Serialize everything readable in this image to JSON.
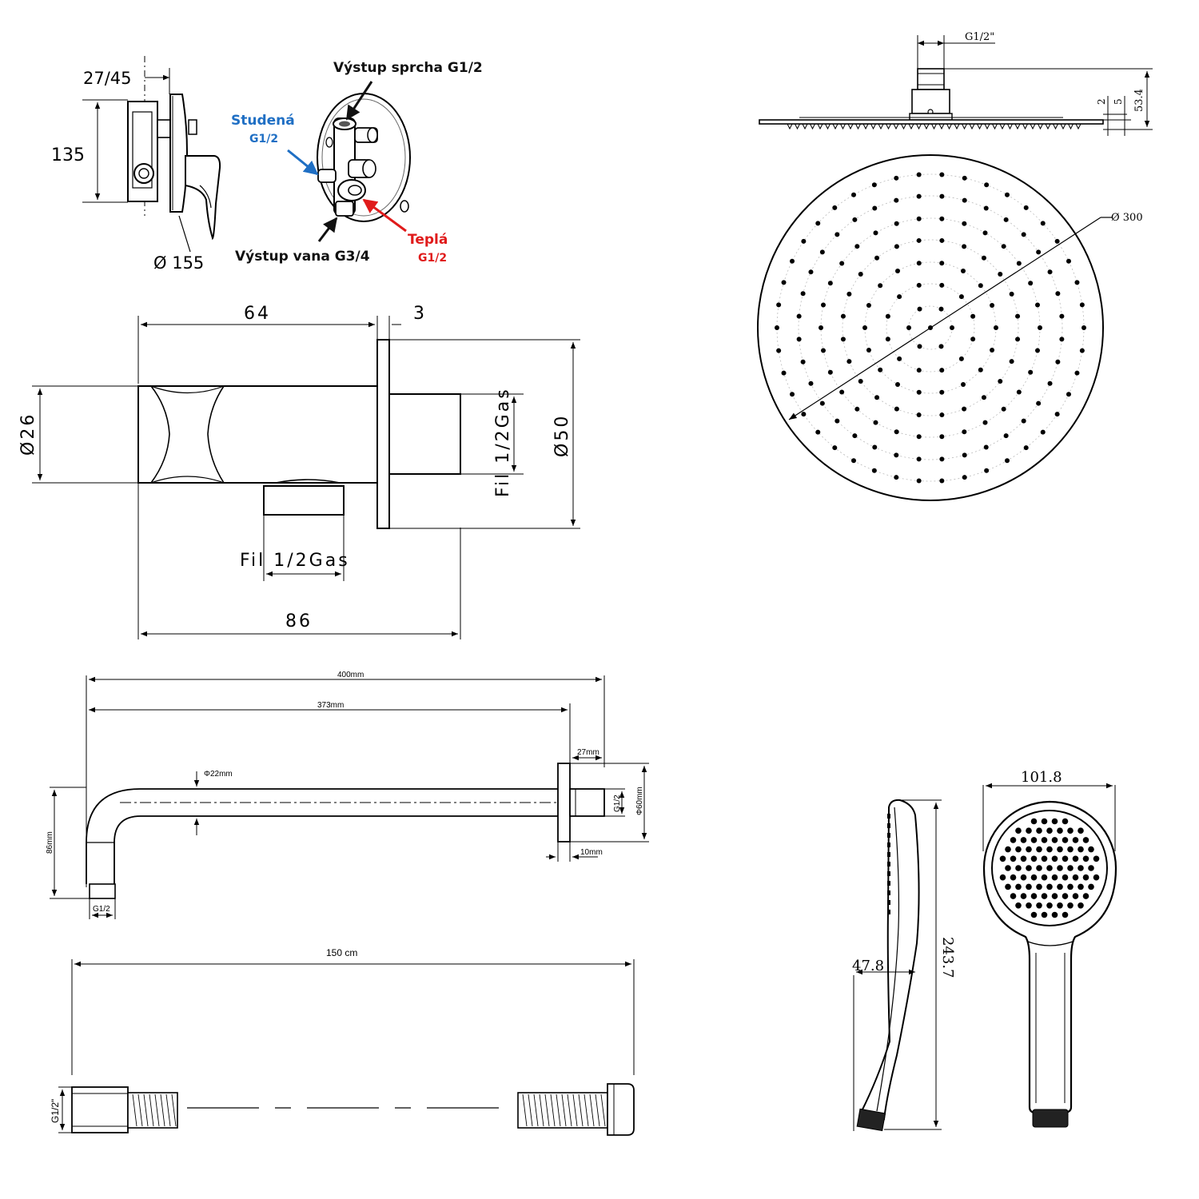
{
  "mixer": {
    "dim_depth": "27/45",
    "dim_height": "135",
    "dim_diameter": "Ø  155",
    "label_shower_out": "Výstup sprcha G1/2",
    "label_cold": "Studená",
    "label_cold_thread": "G1/2",
    "label_warm": "Teplá",
    "label_warm_thread": "G1/2",
    "label_bath_out": "Výstup vana G3/4",
    "colors": {
      "cold": "#1f6fc4",
      "warm": "#e01b1b"
    }
  },
  "outlet_elbow": {
    "dim_64": "64",
    "dim_3": "3",
    "dim_26": "Ø26",
    "dim_50": "Ø50",
    "thread_side": "Fil 1/2Gas",
    "thread_bottom": "Fil 1/2Gas",
    "dim_86": "86"
  },
  "rain_shower": {
    "thread": "G1/2\"",
    "dim_height": "53.4",
    "dim_2": "2",
    "dim_5": "5",
    "dim_diameter": "Ø 300"
  },
  "shower_arm": {
    "dim_400": "400mm",
    "dim_373": "373mm",
    "dim_27": "27mm",
    "dim_22": "Φ22mm",
    "dim_thread_end": "G1/2",
    "dim_60": "Φ60mm",
    "dim_10": "10mm",
    "dim_86": "86mm",
    "dim_thread_bottom": "G1/2"
  },
  "hose": {
    "length": "150 cm",
    "thread": "G1/2\""
  },
  "hand_shower": {
    "dim_width": "101.8",
    "dim_length": "243.7",
    "dim_depth": "47.8"
  }
}
